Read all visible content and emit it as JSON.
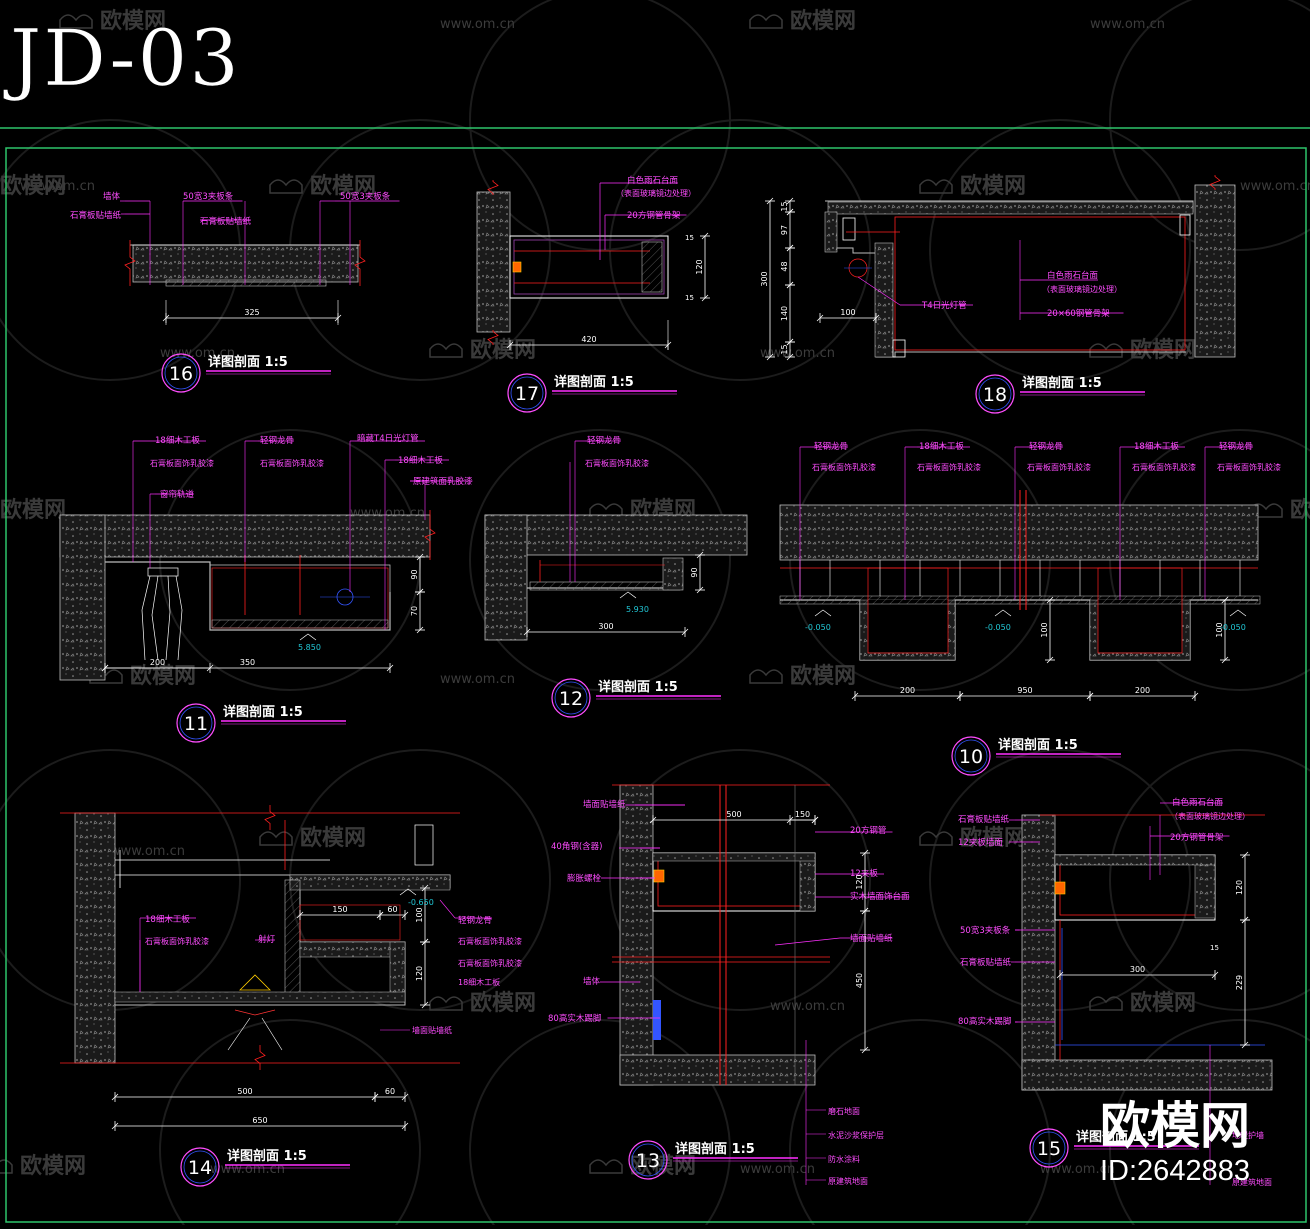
{
  "sheet": {
    "title": "JD-03"
  },
  "colors": {
    "background": "#000000",
    "frame": "#2ec46b",
    "title": "#ffffff",
    "leader": "#ff2fff",
    "label": "#ff4dff",
    "dimension": "#ffffff",
    "concrete_hatch": "#9a9a9a",
    "red_line": "#ff2020",
    "blue_line": "#3355ff",
    "cyan_line": "#21c7d6",
    "callout_circle": "#ff4dff",
    "callout_text": "#ffffff",
    "watermark": "#3a3a3a"
  },
  "watermark": {
    "url": "www.om.cn",
    "brand": "欧模网",
    "stamp_brand": "欧模网",
    "stamp_id": "ID:2642883"
  },
  "details": [
    {
      "number": "16",
      "caption": "详图剖面 1:5",
      "labels": [
        "墙体",
        "石膏板贴墙纸",
        "50宽3夹板条",
        "石膏板贴墙纸",
        "50宽3夹板条"
      ],
      "dimensions": [
        "325"
      ]
    },
    {
      "number": "17",
      "caption": "详图剖面 1:5",
      "labels": [
        "白色雨石台面",
        "（表面玻璃镜边处理）",
        "20方钢管骨架"
      ],
      "dimensions": [
        "420",
        "120",
        "15",
        "15"
      ]
    },
    {
      "number": "18",
      "caption": "详图剖面 1:5",
      "labels": [
        "白色雨石台面",
        "（表面玻璃镜边处理）",
        "20×60钢管骨架",
        "T4日光灯管"
      ],
      "dimensions": [
        "300",
        "15",
        "97",
        "48",
        "140",
        "100",
        "15"
      ]
    },
    {
      "number": "11",
      "caption": "详图剖面 1:5",
      "labels": [
        "18细木工板",
        "石膏板面饰乳胶漆",
        "窗帘轨道",
        "轻钢龙骨",
        "石膏板面饰乳胶漆",
        "暗藏T4日光灯管",
        "18细木工板",
        "原建筑面乳胶漆"
      ],
      "dimensions": [
        "90",
        "70",
        "200",
        "350"
      ],
      "levels": [
        "5.850"
      ]
    },
    {
      "number": "12",
      "caption": "详图剖面 1:5",
      "labels": [
        "轻钢龙骨",
        "石膏板面饰乳胶漆"
      ],
      "dimensions": [
        "90",
        "300"
      ],
      "levels": [
        "5.930"
      ]
    },
    {
      "number": "10",
      "caption": "详图剖面 1:5",
      "labels": [
        "轻钢龙骨",
        "石膏板面饰乳胶漆",
        "18细木工板",
        "石膏板面饰乳胶漆",
        "轻钢龙骨",
        "石膏板面饰乳胶漆",
        "18细木工板",
        "石膏板面饰乳胶漆",
        "轻钢龙骨",
        "石膏板面饰乳胶漆"
      ],
      "dimensions": [
        "100",
        "100",
        "200",
        "950",
        "200"
      ],
      "levels": [
        "-0.050",
        "-0.050",
        "-0.050"
      ]
    },
    {
      "number": "14",
      "caption": "详图剖面 1:5",
      "labels": [
        "18细木工板",
        "石膏板面饰乳胶漆",
        "射灯",
        "轻钢龙骨",
        "石膏板面饰乳胶漆",
        "石膏板面饰乳胶漆",
        "18细木工板",
        "墙面贴墙纸"
      ],
      "dimensions": [
        "150",
        "60",
        "100",
        "120",
        "500",
        "60",
        "650"
      ],
      "levels": [
        "-0.650"
      ]
    },
    {
      "number": "13",
      "caption": "详图剖面 1:5",
      "labels": [
        "墙面贴墙纸",
        "40角钢(含器)",
        "膨胀螺栓",
        "20方钢管",
        "12夹板",
        "实木墙面饰台面",
        "墙面贴墙纸",
        "墙体",
        "80高实木踢脚",
        "磨石地面",
        "水泥沙浆保护层",
        "防水涂料",
        "原建筑地面"
      ],
      "dimensions": [
        "500",
        "150",
        "120",
        "450"
      ]
    },
    {
      "number": "15",
      "caption": "详图剖面 1:5",
      "labels": [
        "白色雨石台面",
        "（表面玻璃镜边处理）",
        "20方钢管骨架",
        "石膏板贴墙纸",
        "12夹板墙面",
        "50宽3夹板条",
        "石膏板贴墙纸",
        "80高实木踢脚",
        "地暖护墙",
        "原建筑地面"
      ],
      "dimensions": [
        "120",
        "300",
        "229",
        "15"
      ]
    }
  ]
}
